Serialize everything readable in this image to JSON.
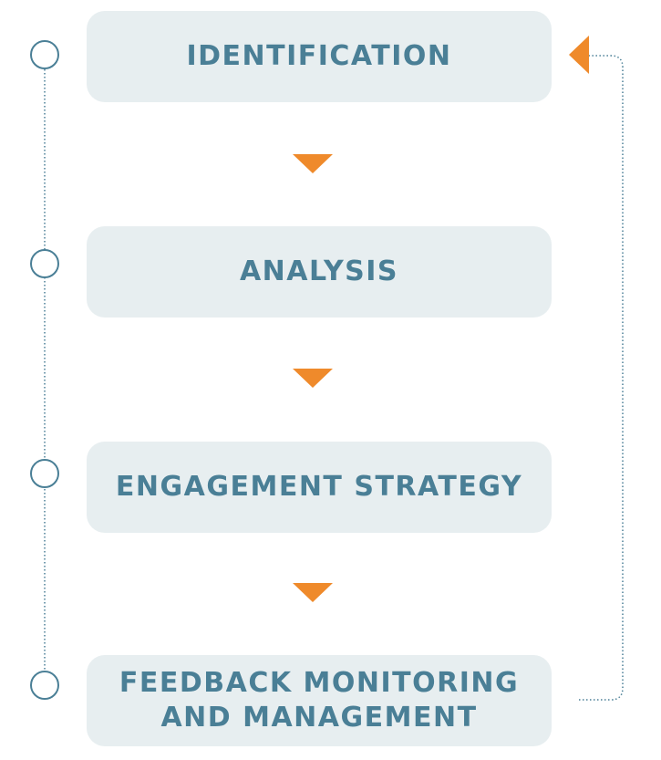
{
  "diagram": {
    "steps": [
      {
        "label": "IDENTIFICATION"
      },
      {
        "label": "ANALYSIS"
      },
      {
        "label": "ENGAGEMENT STRATEGY"
      },
      {
        "label": "FEEDBACK MONITORING\nAND MANAGEMENT"
      }
    ],
    "colors": {
      "box_fill": "#e7eef0",
      "label_text": "#4a7f96",
      "arrow": "#ef8a2b",
      "timeline": "#4a7f96",
      "feedback_line": "#4a7f96"
    },
    "icons": {
      "flow_arrow": "triangle-down-icon",
      "feedback_arrow": "triangle-left-icon",
      "timeline_node": "circle-node-icon"
    }
  }
}
